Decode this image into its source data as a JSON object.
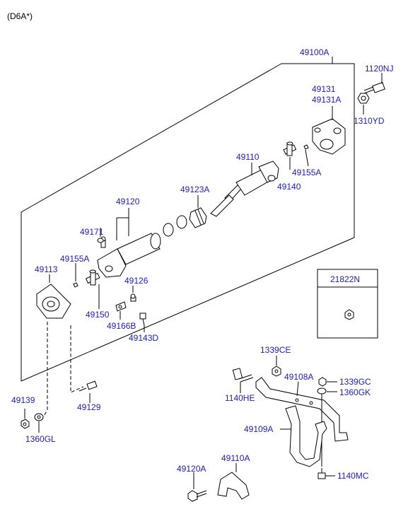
{
  "header": {
    "engine": "(D6A*)"
  },
  "callouts": {
    "assembly": "49100A",
    "bolt_top": "1120NJ",
    "flange_yoke_1": "49131",
    "flange_yoke_2": "49131A",
    "nut_top": "1310YD",
    "rear_tube": "49110",
    "snap_ring_rear": "49155A",
    "cross_rear": "49140",
    "boot": "49123A",
    "front_tube": "49120",
    "grease_nipple": "49171",
    "snap_ring_front": "49155A",
    "flange_front": "49113",
    "washer_126": "49126",
    "cross_front": "49150",
    "bracket_166": "49166B",
    "bolt_143": "49143D",
    "inset_part": "21822N",
    "nut_339ce": "1339CE",
    "bracket_108": "49108A",
    "nut_339gc": "1339GC",
    "washer_360gk": "1360GK",
    "bolt_140he": "1140HE",
    "support_109": "49109A",
    "nut_139": "49139",
    "washer_360gl": "1360GL",
    "bolt_129": "49129",
    "bolt_120a": "49120A",
    "bracket_110a": "49110A",
    "bolt_140mc": "1140MC"
  },
  "colors": {
    "callout": "#1a1ad6",
    "line": "#000000",
    "background": "#ffffff"
  }
}
